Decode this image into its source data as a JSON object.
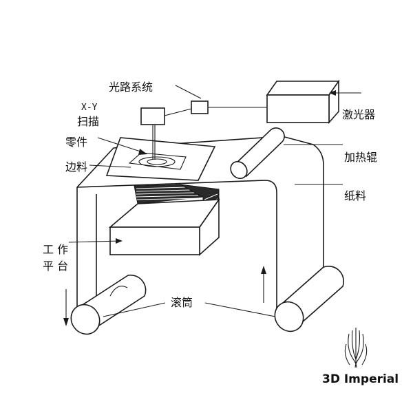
{
  "labels": {
    "optical_system": "光路系统",
    "laser": "激光器",
    "xy_line1": "X-Y",
    "xy_line2": "扫描",
    "part": "零件",
    "edge_material": "边料",
    "heating_roller": "加热辊",
    "paper": "纸料",
    "platform_line1": "工 作",
    "platform_line2": "平 台",
    "drum": "滚筒"
  },
  "brand": {
    "name": "3D Imperial",
    "logo_icon": "3d-imperial-logo-icon"
  },
  "colors": {
    "line": "#1a1a1a",
    "background": "#ffffff"
  }
}
